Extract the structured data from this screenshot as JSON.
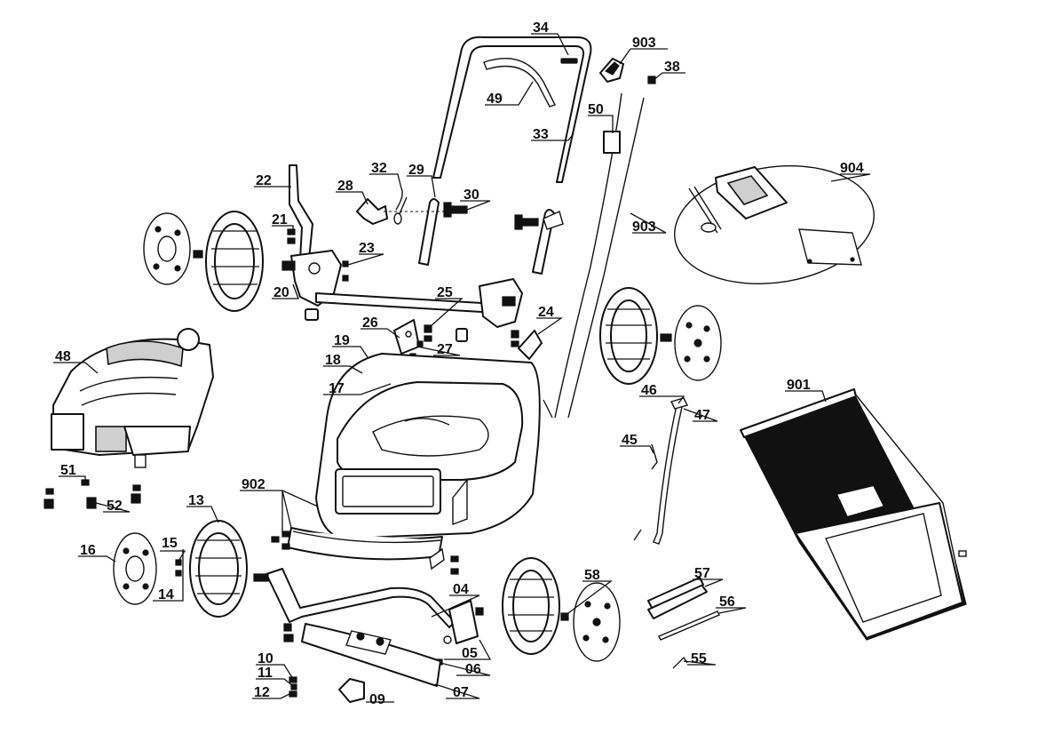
{
  "callouts": [
    {
      "id": "34",
      "text": "34"
    },
    {
      "id": "903a",
      "text": "903"
    },
    {
      "id": "38",
      "text": "38"
    },
    {
      "id": "49",
      "text": "49"
    },
    {
      "id": "50",
      "text": "50"
    },
    {
      "id": "33",
      "text": "33"
    },
    {
      "id": "904",
      "text": "904"
    },
    {
      "id": "22",
      "text": "22"
    },
    {
      "id": "32",
      "text": "32"
    },
    {
      "id": "29",
      "text": "29"
    },
    {
      "id": "28",
      "text": "28"
    },
    {
      "id": "30",
      "text": "30"
    },
    {
      "id": "903b",
      "text": "903"
    },
    {
      "id": "21",
      "text": "21"
    },
    {
      "id": "23",
      "text": "23"
    },
    {
      "id": "20",
      "text": "20"
    },
    {
      "id": "25",
      "text": "25"
    },
    {
      "id": "24",
      "text": "24"
    },
    {
      "id": "26",
      "text": "26"
    },
    {
      "id": "19",
      "text": "19"
    },
    {
      "id": "27",
      "text": "27"
    },
    {
      "id": "48",
      "text": "48"
    },
    {
      "id": "18",
      "text": "18"
    },
    {
      "id": "17",
      "text": "17"
    },
    {
      "id": "46",
      "text": "46"
    },
    {
      "id": "47",
      "text": "47"
    },
    {
      "id": "901",
      "text": "901"
    },
    {
      "id": "45",
      "text": "45"
    },
    {
      "id": "51",
      "text": "51"
    },
    {
      "id": "52",
      "text": "52"
    },
    {
      "id": "902",
      "text": "902"
    },
    {
      "id": "13",
      "text": "13"
    },
    {
      "id": "15",
      "text": "15"
    },
    {
      "id": "16",
      "text": "16"
    },
    {
      "id": "14",
      "text": "14"
    },
    {
      "id": "57",
      "text": "57"
    },
    {
      "id": "58",
      "text": "58"
    },
    {
      "id": "04",
      "text": "04"
    },
    {
      "id": "56",
      "text": "56"
    },
    {
      "id": "05",
      "text": "05"
    },
    {
      "id": "06",
      "text": "06"
    },
    {
      "id": "55",
      "text": "55"
    },
    {
      "id": "10",
      "text": "10"
    },
    {
      "id": "11",
      "text": "11"
    },
    {
      "id": "12",
      "text": "12"
    },
    {
      "id": "09",
      "text": "09"
    },
    {
      "id": "07",
      "text": "07"
    }
  ]
}
